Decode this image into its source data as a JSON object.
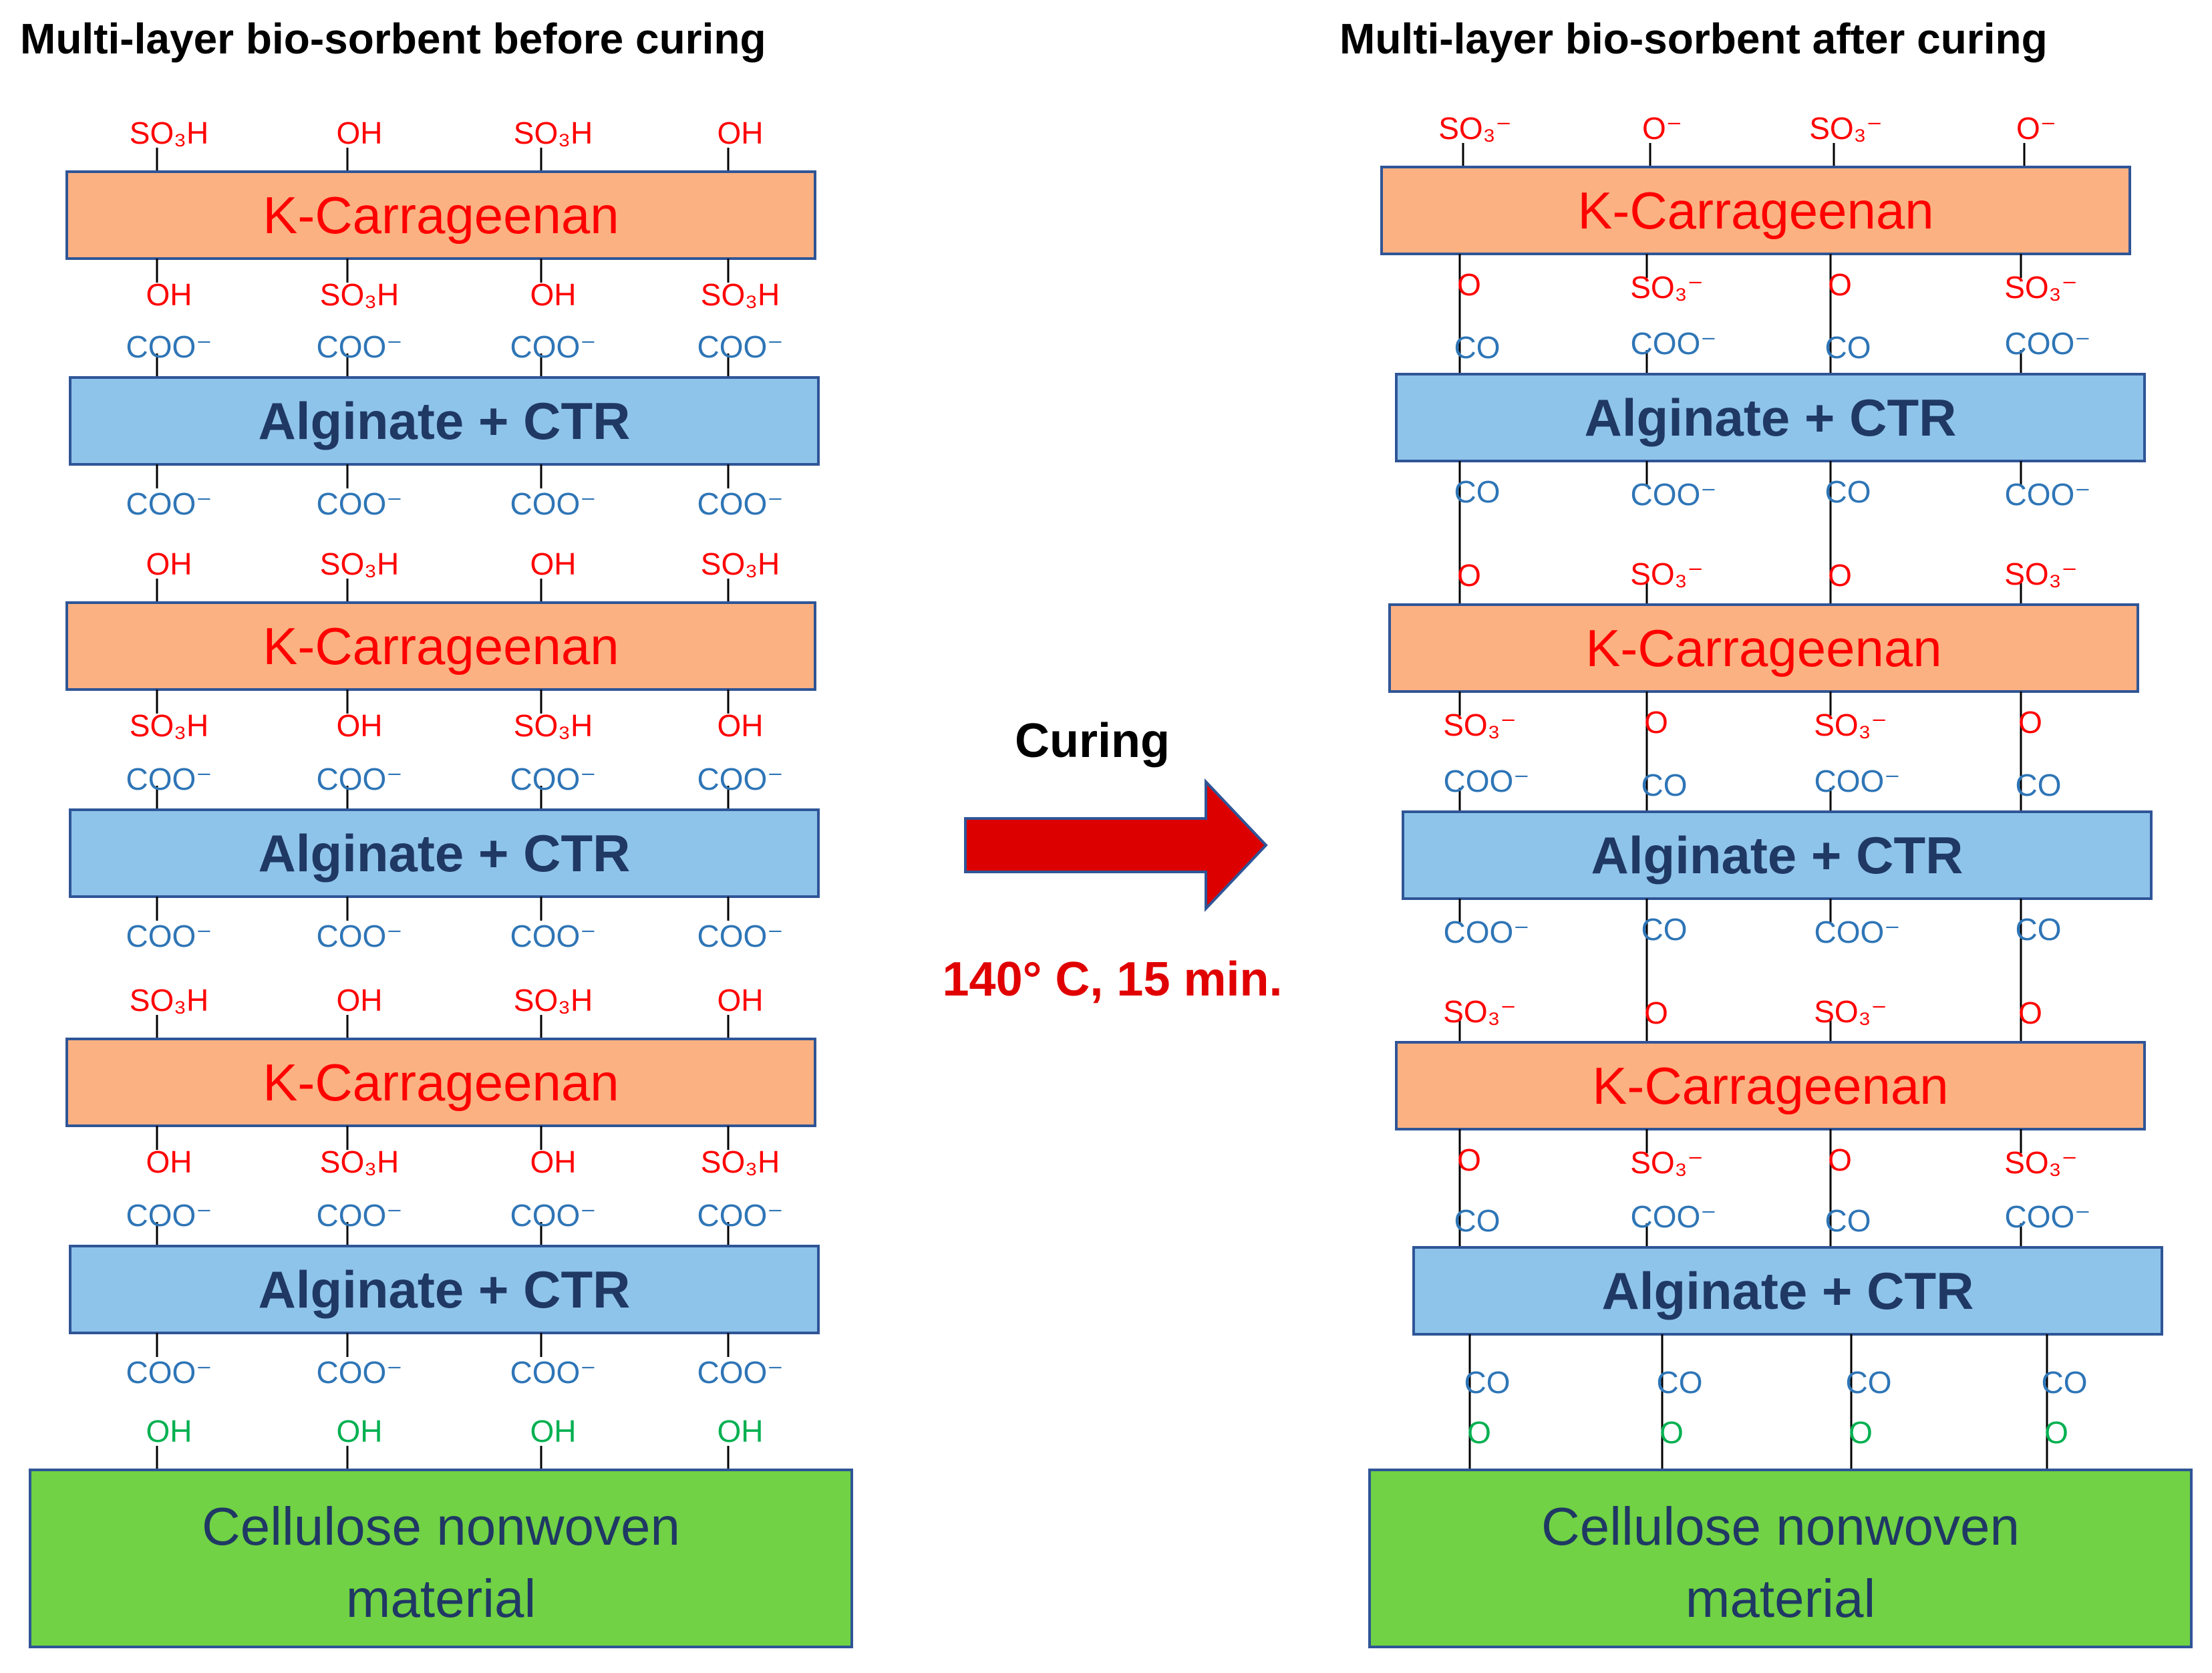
{
  "titles": {
    "before": "Multi-layer bio-sorbent before curing",
    "after": "Multi-layer bio-sorbent after curing"
  },
  "layers": {
    "carrageenan": "K-Carrageenan",
    "alginate": "Alginate + CTR",
    "cellulose_line1": "Cellulose nonwoven",
    "cellulose_line2": "material"
  },
  "groups": {
    "so3h": "SO₃H",
    "oh": "OH",
    "coo": "COO⁻",
    "so3_anion": "SO₃⁻",
    "o_anion": "O⁻",
    "o": "O",
    "co": "CO"
  },
  "process": {
    "label": "Curing",
    "conditions": "140° C, 15 min."
  },
  "colors": {
    "carrageenan_fill": "#fbb182",
    "alginate_fill": "#8fc4ea",
    "cellulose_fill": "#70d244",
    "border": "#2f5597",
    "red_group": "#ff0000",
    "blue_group": "#2e75b6",
    "green_group": "#00b050",
    "arrow": "#dd0000"
  }
}
